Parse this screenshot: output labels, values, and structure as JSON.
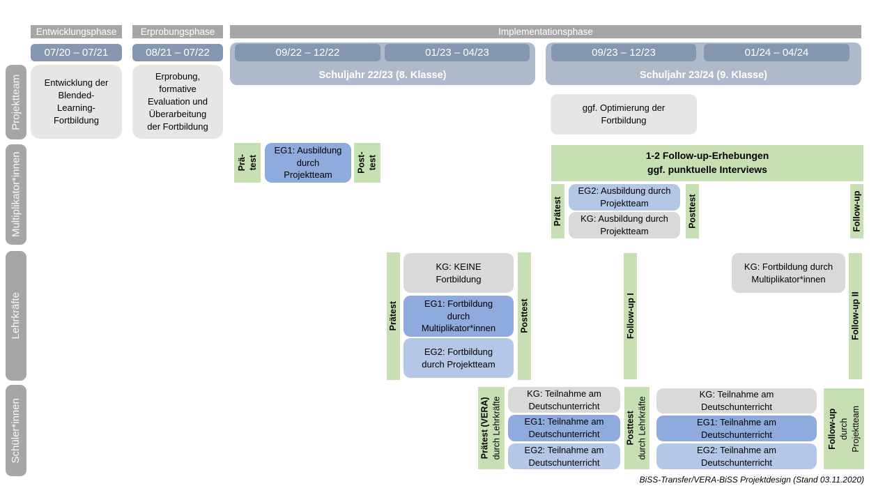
{
  "colors": {
    "phase_bar": "#a6a6a6",
    "date_bar": "#8496b0",
    "schoolyear_band": "#aeb9ca",
    "row_label_bar": "#a6a6a6",
    "box_neutral": "#e7e6e6",
    "box_kg_gray": "#d9d9d9",
    "box_eg1_blue": "#8faadc",
    "box_eg2_blue": "#b4c7e7",
    "box_green": "#c6e0b4"
  },
  "header": {
    "phases": {
      "entwicklung": "Entwicklungsphase",
      "erprobung": "Erprobungsphase",
      "implementation": "Implementationsphase"
    },
    "dates": {
      "d1": "07/20 – 07/21",
      "d2": "08/21 – 07/22",
      "d3": "09/22 – 12/22",
      "d4": "01/23 – 04/23",
      "d5": "09/23 – 12/23",
      "d6": "01/24 – 04/24"
    },
    "schoolyears": {
      "y1": "Schuljahr 22/23 (8. Klasse)",
      "y2": "Schuljahr 23/24 (9. Klasse)"
    }
  },
  "rows": {
    "projektteam": {
      "label": "Projektteam",
      "entwicklung": "Entwicklung der\nBlended-\nLearning-\nFortbildung",
      "erprobung": "Erprobung,\nformative\nEvaluation und\nÜberarbeitung\nder Fortbildung",
      "optimierung": "ggf. Optimierung der\nFortbildung"
    },
    "multiplikatoren": {
      "label": "Multiplikator*innen",
      "praetest_small": "Prä-\ntest",
      "eg1_ausbildung": "EG1: Ausbildung\ndurch\nProjektteam",
      "posttest_small": "Post-\ntest",
      "followup_info": "1-2 Follow-up-Erhebungen\nggf. punktuelle Interviews",
      "praetest": "Prätest",
      "eg2_ausbildung": "EG2: Ausbildung durch\nProjektteam",
      "kg_ausbildung": "KG: Ausbildung durch\nProjektteam",
      "posttest": "Posttest",
      "followup": "Follow-up"
    },
    "lehrkraefte": {
      "label": "Lehrkräfte",
      "praetest": "Prätest",
      "kg_keine": "KG: KEINE\nFortbildung",
      "eg1_fortbildung": "EG1: Fortbildung\ndurch\nMultiplikator*innen",
      "eg2_fortbildung": "EG2: Fortbildung\ndurch Projektteam",
      "posttest": "Posttest",
      "followup1": "Follow-up I",
      "kg_fortbildung": "KG: Fortbildung durch\nMultiplikator*innen",
      "followup2": "Follow-up II"
    },
    "schueler": {
      "label": "Schüler*innen",
      "praetest_line1": "Prätest (VERA)",
      "praetest_line2": "durch Lehrkräfte",
      "kg_teilnahme_1": "KG: Teilnahme am\nDeutschunterricht",
      "eg1_teilnahme_1": "EG1: Teilnahme am\nDeutschunterricht",
      "eg2_teilnahme_1": "EG2: Teilnahme am\nDeutschunterricht",
      "posttest_line1": "Posttest",
      "posttest_line2": "durch Lehrkräfte",
      "kg_teilnahme_2": "KG: Teilnahme am\nDeutschunterricht",
      "eg1_teilnahme_2": "EG1: Teilnahme am\nDeutschunterricht",
      "eg2_teilnahme_2": "EG2: Teilnahme am\nDeutschunterricht",
      "followup_line1": "Follow-up",
      "followup_line2": "durch",
      "followup_line3": "Projektteam"
    }
  },
  "footer": {
    "caption": "BiSS-Transfer/VERA-BiSS Projektdesign (Stand 03.11.2020)"
  }
}
